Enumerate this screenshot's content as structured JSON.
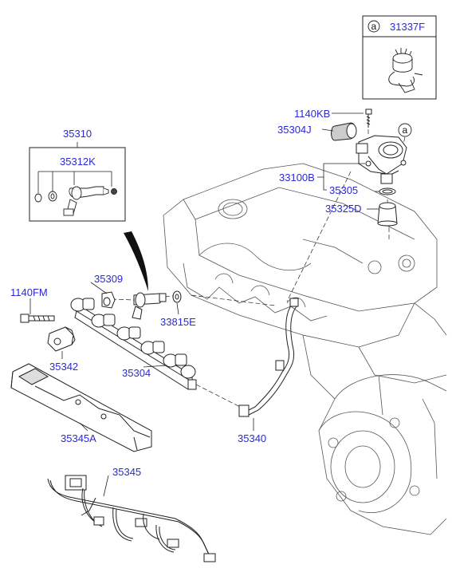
{
  "callouts": {
    "c31337F": "31337F",
    "c1140KB": "1140KB",
    "c35304J": "35304J",
    "c33100B": "33100B",
    "c35305": "35305",
    "c35325D": "35325D",
    "c35310": "35310",
    "c35312K": "35312K",
    "c35309": "35309",
    "c1140FM": "1140FM",
    "c33815E": "33815E",
    "c35342": "35342",
    "c35304": "35304",
    "c35340": "35340",
    "c35345A": "35345A",
    "c35345": "35345"
  },
  "markers": {
    "ref_a_box": "a",
    "ref_a_pump": "a"
  },
  "colors": {
    "label": "#2a2ad6",
    "line": "#222222",
    "ghost": "#555555"
  }
}
